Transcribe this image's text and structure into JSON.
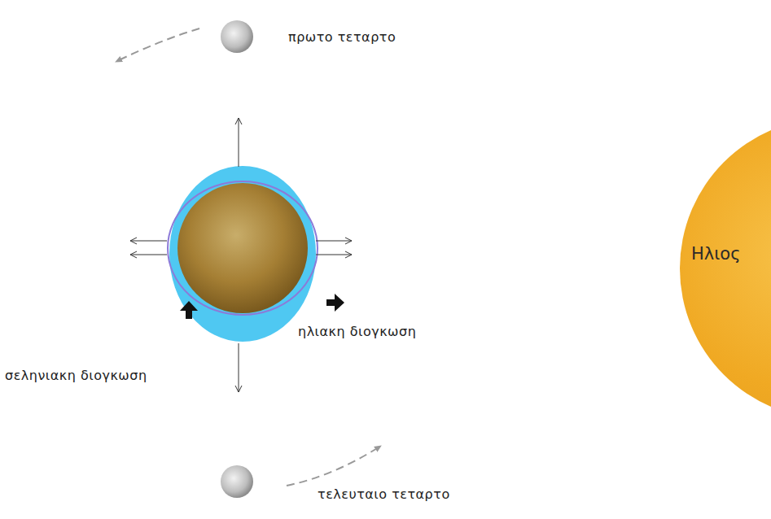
{
  "diagram": {
    "nodes": [
      {
        "text": [
          "Ηλιος"
        ]
      }
    ],
    "labels": [
      "πρωτο τεταρτο",
      "ηλιακη διογκωση",
      "σεληνιακη διογκωση",
      "τελευταιο τεταρτο"
    ]
  }
}
